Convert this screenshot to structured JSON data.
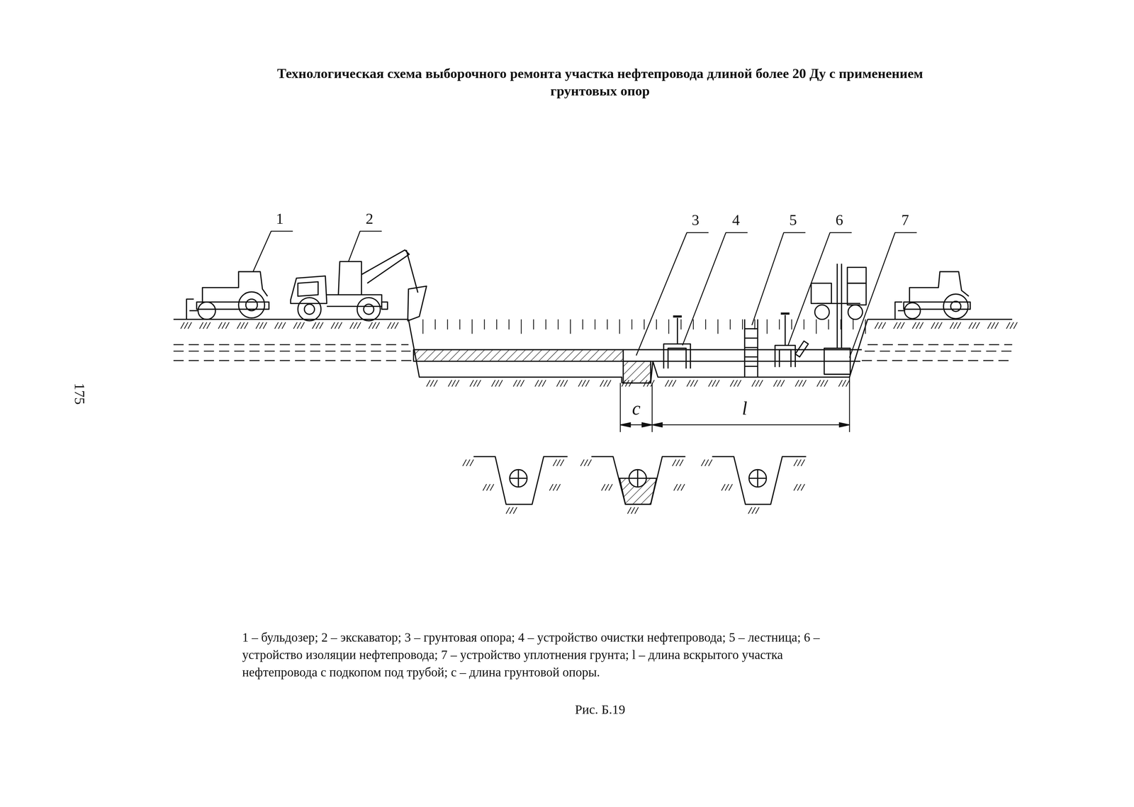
{
  "diagram": {
    "title": "Технологическая схема выборочного ремонта участка нефтепровода длиной более 20 Ду с применением грунтовых опор",
    "caption": "Рис. Б.19",
    "labels": [
      "1",
      "2",
      "3",
      "4",
      "5",
      "6",
      "7",
      "c",
      "l",
      "175",
      "1 – бульдозер; 2 – экскаватор; 3 – грунтовая опора; 4 – устройство очистки нефтепровода; 5 – лестница; 6 – устройство изоляции нефтепровода; 7 – устройство уплотнения грунта; l – длина вскрытого участка нефтепровода с подкопом под трубой; c – длина грунтовой опоры."
    ]
  }
}
